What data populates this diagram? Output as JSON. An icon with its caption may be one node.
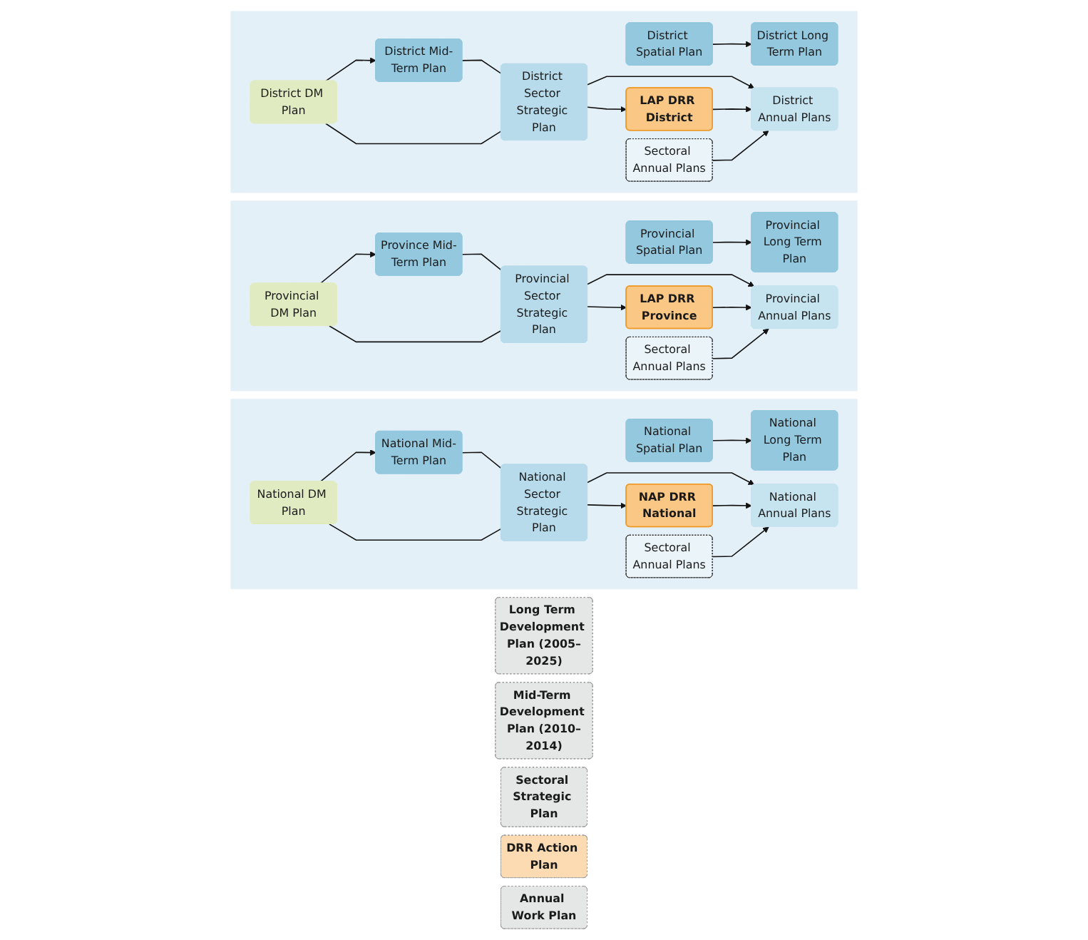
{
  "diagram": {
    "nodes": [
      {
        "text": [
          "Long Term Development Plan (2005–2025)"
        ]
      },
      {
        "text": [
          "Mid-Term Development Plan (2010–2014)"
        ]
      },
      {
        "text": [
          "Sectoral Strategic Plan"
        ]
      },
      {
        "text": [
          "DRR Action Plan"
        ]
      },
      {
        "text": [
          "Annual Work Plan"
        ]
      },
      {
        "text": [],
        "shape": "band"
      },
      {
        "text": [
          "National Long Term Plan"
        ],
        "in": 5
      },
      {
        "text": [
          "National Spatial Plan"
        ],
        "in": 5
      },
      {
        "text": [
          "National Mid-Term Plan"
        ],
        "in": 5
      },
      {
        "text": [
          "National DM Plan"
        ],
        "in": 5
      },
      {
        "text": [
          "National Sector Strategic Plan"
        ],
        "in": 5
      },
      {
        "text": [
          "NAP DRR National"
        ],
        "in": 5
      },
      {
        "text": [
          "National Annual Plans"
        ],
        "in": 5
      },
      {
        "text": [
          "Sectoral Annual Plans"
        ],
        "in": 5
      },
      {
        "text": [],
        "shape": "band"
      },
      {
        "text": [
          "Provincial Long Term Plan"
        ],
        "in": 14
      },
      {
        "text": [
          "Provincial Spatial Plan"
        ],
        "in": 14
      },
      {
        "text": [
          "Province Mid-Term Plan"
        ],
        "in": 14
      },
      {
        "text": [
          "Provincial DM Plan"
        ],
        "in": 14
      },
      {
        "text": [
          "Provincial Sector Strategic Plan"
        ],
        "in": 14
      },
      {
        "text": [
          "LAP DRR Province"
        ],
        "in": 14
      },
      {
        "text": [
          "Provincial Annual Plans"
        ],
        "in": 14
      },
      {
        "text": [
          "Sectoral Annual Plans"
        ],
        "in": 14
      },
      {
        "text": [],
        "shape": "band"
      },
      {
        "text": [
          "District Long Term Plan"
        ],
        "in": 23
      },
      {
        "text": [
          "District Spatial Plan"
        ],
        "in": 23
      },
      {
        "text": [
          "District Mid-Term Plan"
        ],
        "in": 23
      },
      {
        "text": [
          "District DM Plan"
        ],
        "in": 23
      },
      {
        "text": [
          "District Sector Strategic Plan"
        ],
        "in": 23
      },
      {
        "text": [
          "LAP DRR District"
        ],
        "in": 23
      },
      {
        "text": [
          "District Annual Plans"
        ],
        "in": 23
      },
      {
        "text": [
          "Sectoral Annual Plans"
        ],
        "in": 23
      }
    ],
    "edges": [
      {
        "from": 7,
        "to": 6,
        "arrow": "to"
      },
      {
        "from": 9,
        "to": 8,
        "arrow": "to"
      },
      {
        "from": 8,
        "to": 10,
        "arrow": "none"
      },
      {
        "from": 9,
        "to": 10,
        "arrow": "none"
      },
      {
        "from": 10,
        "to": 11,
        "arrow": "to"
      },
      {
        "from": 10,
        "to": 12,
        "arrow": "to"
      },
      {
        "from": 11,
        "to": 12,
        "arrow": "to"
      },
      {
        "from": 13,
        "to": 12,
        "arrow": "to"
      },
      {
        "from": 16,
        "to": 15,
        "arrow": "to"
      },
      {
        "from": 18,
        "to": 17,
        "arrow": "to"
      },
      {
        "from": 17,
        "to": 19,
        "arrow": "none"
      },
      {
        "from": 18,
        "to": 19,
        "arrow": "none"
      },
      {
        "from": 19,
        "to": 20,
        "arrow": "to"
      },
      {
        "from": 19,
        "to": 21,
        "arrow": "to"
      },
      {
        "from": 20,
        "to": 21,
        "arrow": "to"
      },
      {
        "from": 22,
        "to": 21,
        "arrow": "to"
      },
      {
        "from": 25,
        "to": 24,
        "arrow": "to"
      },
      {
        "from": 27,
        "to": 26,
        "arrow": "to"
      },
      {
        "from": 26,
        "to": 28,
        "arrow": "none"
      },
      {
        "from": 27,
        "to": 28,
        "arrow": "none"
      },
      {
        "from": 28,
        "to": 29,
        "arrow": "to"
      },
      {
        "from": 28,
        "to": 30,
        "arrow": "to"
      },
      {
        "from": 29,
        "to": 30,
        "arrow": "to"
      },
      {
        "from": 31,
        "to": 30,
        "arrow": "to"
      }
    ]
  }
}
